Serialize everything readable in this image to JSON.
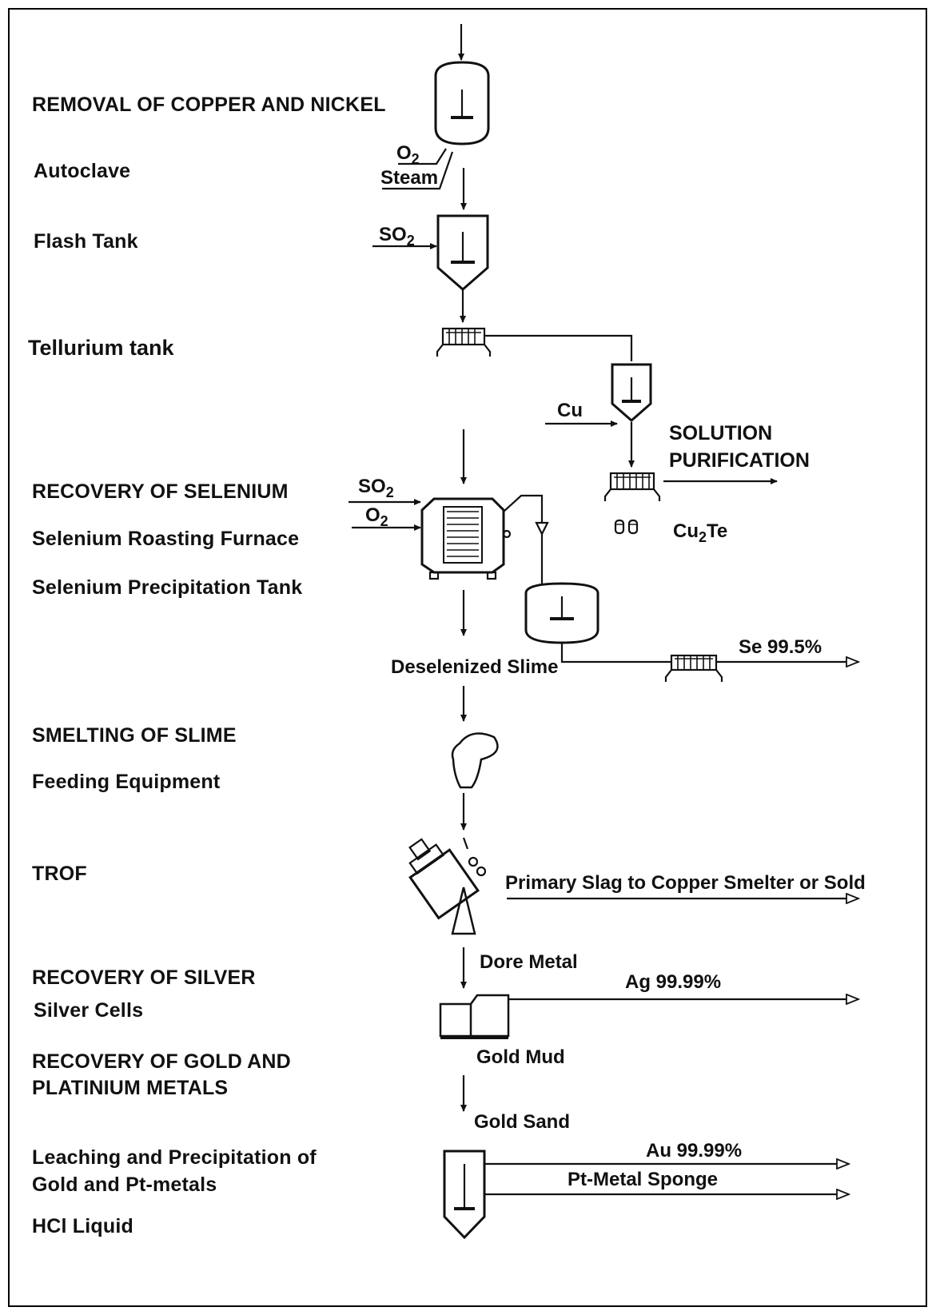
{
  "stages": {
    "removal": "REMOVAL OF COPPER AND NICKEL",
    "autoclave": "Autoclave",
    "flash_tank": "Flash Tank",
    "tellurium_tank": "Tellurium tank",
    "recovery_selenium": "RECOVERY OF SELENIUM",
    "selenium_furnace": "Selenium Roasting Furnace",
    "selenium_precip": "Selenium Precipitation Tank",
    "smelting": "SMELTING OF SLIME",
    "feeding": "Feeding Equipment",
    "trof": "TROF",
    "recovery_silver": "RECOVERY OF SILVER",
    "silver_cells": "Silver Cells",
    "recovery_gold_1": "RECOVERY OF GOLD AND",
    "recovery_gold_2": "PLATINIUM METALS",
    "leaching_1": "Leaching and Precipitation of",
    "leaching_2": "Gold and Pt-metals",
    "hcl": "HCl Liquid"
  },
  "flow": {
    "o2": "O",
    "o2_sub": "2",
    "steam": "Steam",
    "so2_a": "SO",
    "so2_a_sub": "2",
    "cu": "Cu",
    "solution_1": "SOLUTION",
    "solution_2": "PURIFICATION",
    "cu2te": "Cu",
    "cu2te_sub": "2",
    "cu2te_tail": "Te",
    "so2_b": "SO",
    "so2_b_sub": "2",
    "o2_b": "O",
    "o2_b_sub": "2",
    "deselenized": "Deselenized Slime",
    "se": "Se 99.5%",
    "primary_slag": "Primary Slag to Copper Smelter or Sold",
    "dore": "Dore Metal",
    "ag": "Ag 99.99%",
    "gold_mud": "Gold Mud",
    "gold_sand": "Gold Sand",
    "au": "Au 99.99%",
    "pt_sponge": "Pt-Metal Sponge"
  }
}
